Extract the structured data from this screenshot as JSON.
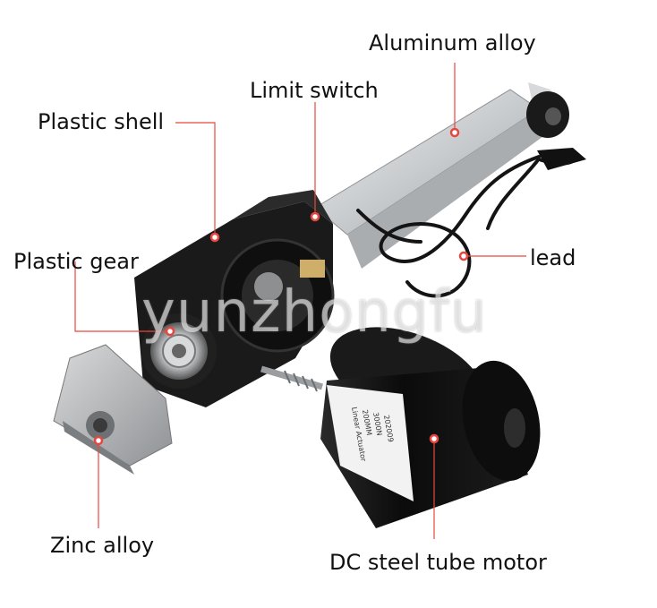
{
  "labels": {
    "aluminum_alloy": "Aluminum alloy",
    "limit_switch": "Limit switch",
    "plastic_shell": "Plastic shell",
    "plastic_gear": "Plastic gear",
    "lead": "lead",
    "zinc_alloy": "Zinc alloy",
    "motor": "DC steel tube motor"
  },
  "motor_label": {
    "line1": "Linear Actuator",
    "line2": "200MM",
    "line3": "3000N",
    "line4": "202009"
  },
  "watermark": "yunzhongfu",
  "colors": {
    "leader_line": "#e8473f",
    "marker_dot": "#e8473f",
    "shell": "#1a1a1a",
    "tube": "#cfd2d4",
    "motor": "#111111",
    "background": "#ffffff"
  }
}
